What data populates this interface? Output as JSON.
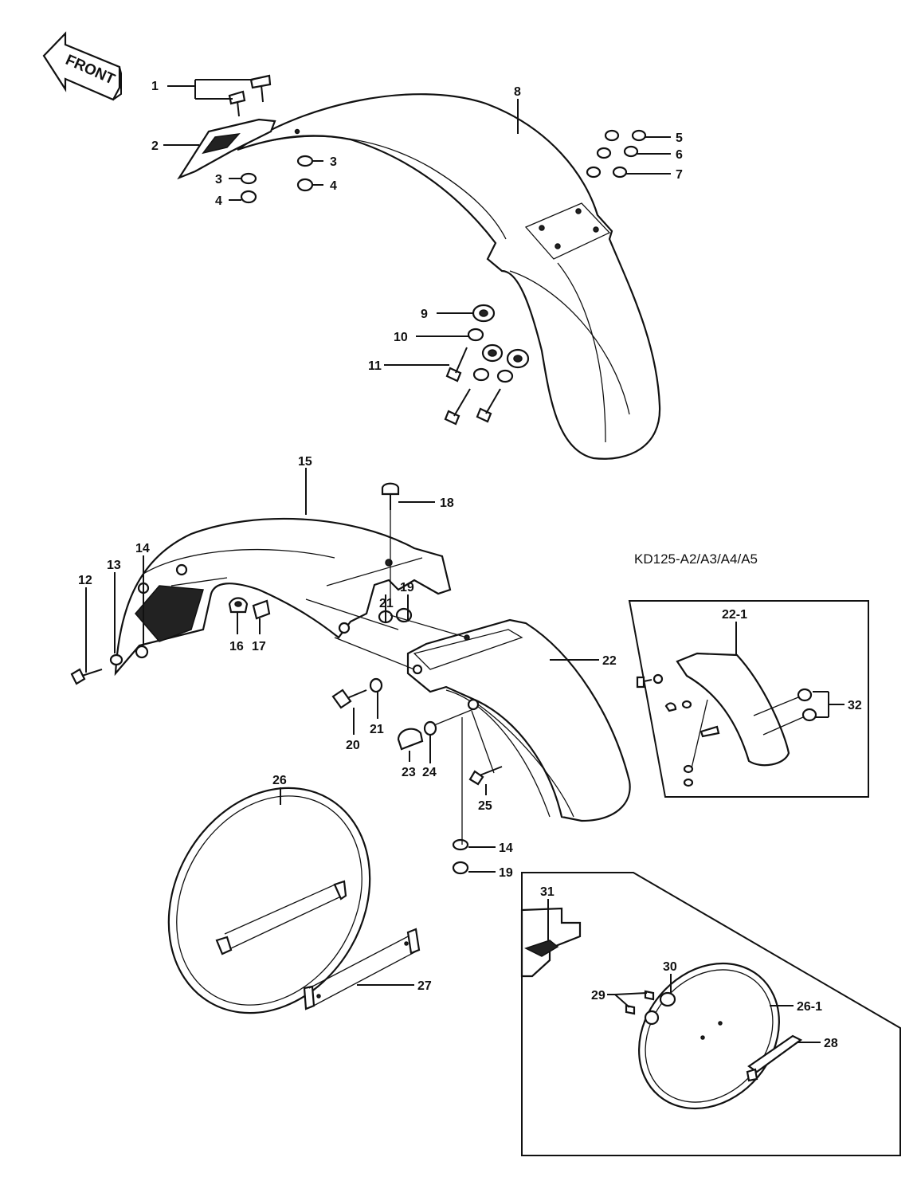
{
  "front_label": "FRONT",
  "model_text": "KD125-A2/A3/A4/A5",
  "callouts": [
    "1",
    "2",
    "3",
    "3",
    "4",
    "4",
    "5",
    "6",
    "7",
    "8",
    "9",
    "10",
    "11",
    "12",
    "13",
    "14",
    "15",
    "16",
    "17",
    "18",
    "19",
    "21",
    "22",
    "20",
    "21",
    "23",
    "24",
    "25",
    "14",
    "19",
    "22-1",
    "32",
    "26",
    "27",
    "31",
    "30",
    "29",
    "26-1",
    "28"
  ]
}
